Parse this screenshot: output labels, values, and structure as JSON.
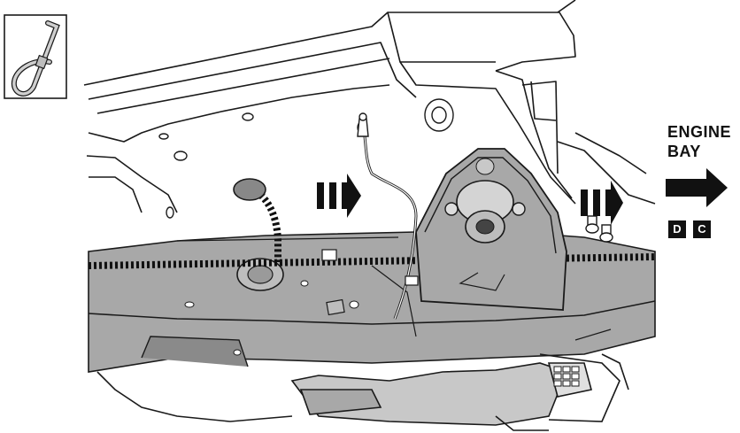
{
  "direction_label": {
    "line1": "ENGINE",
    "line2": "BAY"
  },
  "badges": [
    "D",
    "C"
  ],
  "icons": {
    "corner": "cable-tie-icon"
  },
  "colors": {
    "panel_fill": "#a8a8a8",
    "line": "#1a1a1a",
    "background": "#ffffff"
  }
}
